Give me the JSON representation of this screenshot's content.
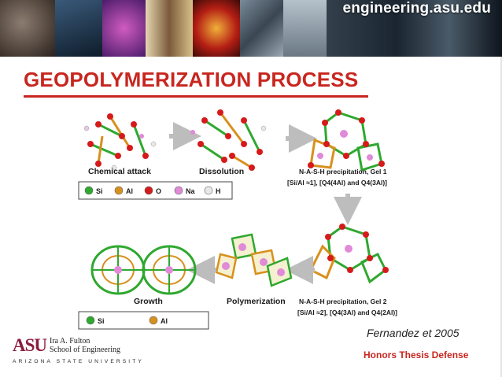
{
  "header": {
    "url": "engineering.asu.edu"
  },
  "slide": {
    "title": "GEOPOLYMERIZATION PROCESS",
    "citation": "Fernandez et 2005",
    "footer": "Honors Thesis Defense"
  },
  "figure": {
    "labels": {
      "chemical_attack": "Chemical attack",
      "dissolution": "Dissolution",
      "gel1_title": "N-A-S-H precipitation, Gel 1",
      "gel1_formula": "[Si/Al ≈1], [Q4(4Al) and Q4(3Al)]",
      "gel2_title": "N-A-S-H precipitation, Gel 2",
      "gel2_formula": "[Si/Al ≈2], [Q4(3Al) and Q4(2Al)]",
      "polymerization": "Polymerization",
      "growth": "Growth"
    },
    "legend_top": [
      {
        "symbol": "Si",
        "color": "#2fa82f"
      },
      {
        "symbol": "Al",
        "color": "#d8901c"
      },
      {
        "symbol": "O",
        "color": "#d61a1a"
      },
      {
        "symbol": "Na",
        "color": "#e08ad8"
      },
      {
        "symbol": "H",
        "color": "#e8e8e8"
      }
    ],
    "legend_bottom": [
      {
        "symbol": "Si",
        "color": "#2fa82f"
      },
      {
        "symbol": "Al",
        "color": "#d8901c"
      }
    ]
  },
  "logo": {
    "mark": "ASU",
    "school_line1": "Ira A. Fulton",
    "school_line2": "School of Engineering",
    "university": "ARIZONA STATE UNIVERSITY"
  }
}
